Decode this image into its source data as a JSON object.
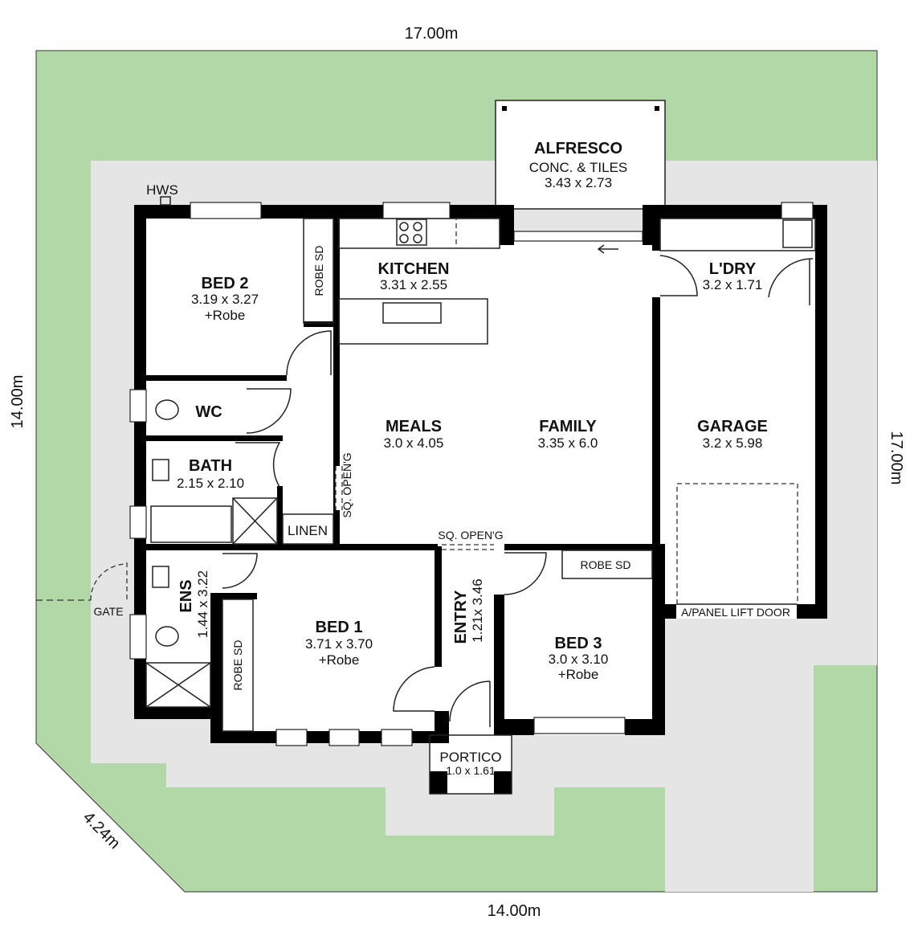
{
  "dimensions": {
    "top": "17.00m",
    "left": "14.00m",
    "right": "17.00m",
    "bottom": "14.00m",
    "diagonal": "4.24m"
  },
  "colors": {
    "lawn": "#b3d8a7",
    "paving": "#e5e5e5",
    "wall": "#000000"
  },
  "rooms": {
    "alfresco": {
      "name": "ALFRESCO",
      "finish": "CONC. & TILES",
      "size": "3.43 x 2.73"
    },
    "bed2": {
      "name": "BED 2",
      "size": "3.19 x 3.27",
      "extra": "+Robe"
    },
    "kitchen": {
      "name": "KITCHEN",
      "size": "3.31 x 2.55"
    },
    "laundry": {
      "name": "L'DRY",
      "size": "3.2 x 1.71"
    },
    "wc": {
      "name": "WC"
    },
    "bath": {
      "name": "BATH",
      "size": "2.15 x 2.10"
    },
    "linen": {
      "name": "LINEN"
    },
    "meals": {
      "name": "MEALS",
      "size": "3.0 x 4.05"
    },
    "family": {
      "name": "FAMILY",
      "size": "3.35 x 6.0"
    },
    "garage": {
      "name": "GARAGE",
      "size": "3.2 x 5.98",
      "door": "A/PANEL LIFT DOOR"
    },
    "ens": {
      "name": "ENS",
      "size": "1.44 x 3.22"
    },
    "bed1": {
      "name": "BED 1",
      "size": "3.71 x 3.70",
      "extra": "+Robe"
    },
    "entry": {
      "name": "ENTRY",
      "size": "1.21x 3.46"
    },
    "bed3": {
      "name": "BED 3",
      "size": "3.0 x 3.10",
      "extra": "+Robe"
    },
    "portico": {
      "name": "PORTICO",
      "size": "1.0 x 1.61"
    }
  },
  "labels": {
    "hws": "HWS",
    "robe_sd": "ROBE SD",
    "sq_opening": "SQ. OPEN'G",
    "gate": "GATE"
  }
}
